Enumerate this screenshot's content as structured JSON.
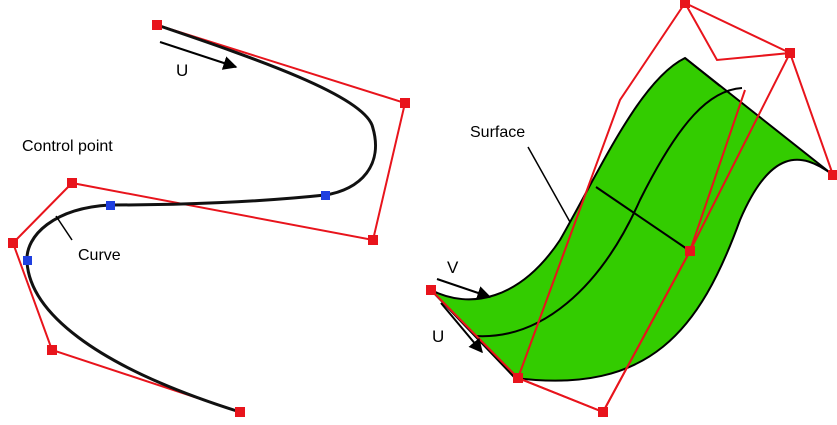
{
  "colors": {
    "control_polygon": "#e8141c",
    "control_point": "#e8141c",
    "knot_point": "#1f3fe0",
    "curve": "#111111",
    "surface_fill": "#33cc00",
    "arrow": "#000000"
  },
  "curve_diagram": {
    "label_control_point": "Control point",
    "label_curve": "Curve",
    "label_u": "U"
  },
  "surface_diagram": {
    "label_surface": "Surface",
    "label_v": "V",
    "label_u": "U"
  }
}
